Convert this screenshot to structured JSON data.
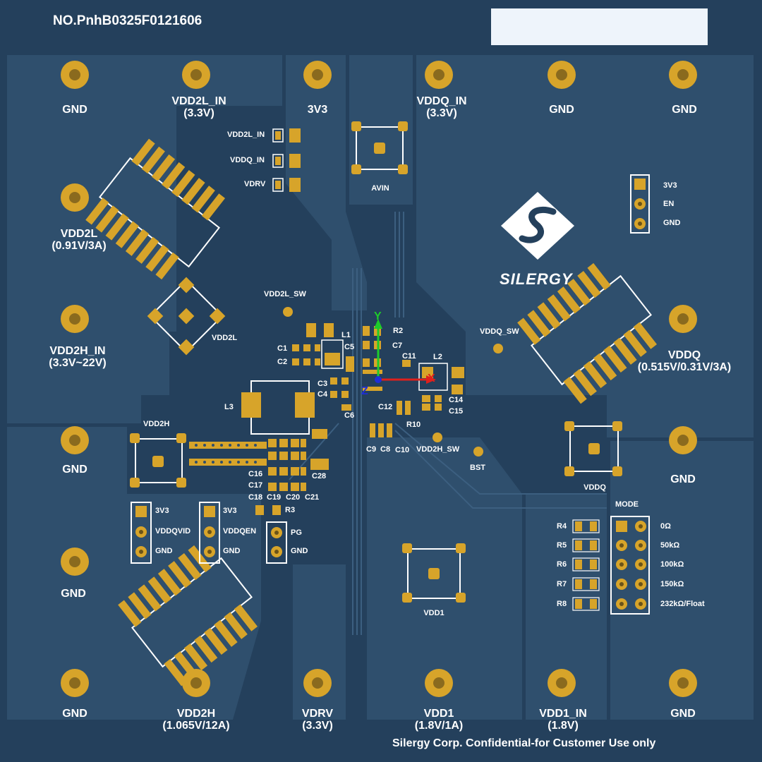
{
  "header": {
    "board_id": "NO.PnhB0325F0121606"
  },
  "footer": {
    "confidential": "Silergy Corp. Confidential-for Customer Use only"
  },
  "logo": {
    "brand": "SILERGY"
  },
  "colors": {
    "board": "#24405c",
    "copper": "#d7a42a",
    "silk": "#ffffff"
  },
  "terminals": {
    "top_gnd_left": "GND",
    "vdd2l_in": "VDD2L_IN",
    "vdd2l_in_v": "(3.3V)",
    "v3v3": "3V3",
    "vddq_in": "VDDQ_IN",
    "vddq_in_v": "(3.3V)",
    "top_gnd_mid": "GND",
    "top_gnd_right": "GND",
    "vdd2l": "VDD2L",
    "vdd2l_v": "(0.91V/3A)",
    "vdd2h_in": "VDD2H_IN",
    "vdd2h_in_v": "(3.3V~22V)",
    "left_gnd_1": "GND",
    "left_gnd_2": "GND",
    "bot_gnd_left": "GND",
    "vdd2h": "VDD2H",
    "vdd2h_v": "(1.065V/12A)",
    "vdrv": "VDRV",
    "vdrv_v": "(3.3V)",
    "vdd1": "VDD1",
    "vdd1_v": "(1.8V/1A)",
    "vdd1_in": "VDD1_IN",
    "vdd1_in_v": "(1.8V)",
    "bot_gnd_right": "GND",
    "vddq": "VDDQ",
    "vddq_v": "(0.515V/0.31V/3A)",
    "right_gnd": "GND"
  },
  "labels": {
    "jp_vdd2l_in": "VDD2L_IN",
    "jp_vddq_in": "VDDQ_IN",
    "jp_vdrv": "VDRV",
    "avin": "AVIN",
    "vdd2l_sw": "VDD2L_SW",
    "vdd2l_small": "VDD2L",
    "vddq_sw": "VDDQ_SW",
    "vdd2h_small": "VDD2H",
    "vdd2h_sw": "VDD2H_SW",
    "bst": "BST",
    "vddq_small": "VDDQ",
    "vdd1_small": "VDD1",
    "hdr_3v3": "3V3",
    "hdr_en": "EN",
    "hdr_gnd": "GND",
    "h1_3v3": "3V3",
    "h1_vddqvid": "VDDQVID",
    "h1_gnd": "GND",
    "h2_3v3": "3V3",
    "h2_vddqen": "VDDQEN",
    "h2_gnd": "GND",
    "pg": "PG",
    "pg_gnd": "GND",
    "mode": "MODE",
    "r4": "R4",
    "r5": "R5",
    "r6": "R6",
    "r7": "R7",
    "r8": "R8",
    "m0": "0Ω",
    "m1": "50kΩ",
    "m2": "100kΩ",
    "m3": "150kΩ",
    "m4": "232kΩ/Float",
    "c1": "C1",
    "c2": "C2",
    "l1": "L1",
    "c5": "C5",
    "c3": "C3",
    "c4": "C4",
    "c6": "C6",
    "r2": "R2",
    "c7": "C7",
    "c11": "C11",
    "l2": "L2",
    "c12": "C12",
    "c14": "C14",
    "c15": "C15",
    "r10": "R10",
    "c9": "C9",
    "c8": "C8",
    "c10": "C10",
    "l3": "L3",
    "c16": "C16",
    "c17": "C17",
    "c18": "C18",
    "c19": "C19",
    "c20": "C20",
    "c21": "C21",
    "c28": "C28",
    "r3": "R3",
    "axis_x": "X",
    "axis_y": "Y",
    "axis_z": "Z"
  }
}
